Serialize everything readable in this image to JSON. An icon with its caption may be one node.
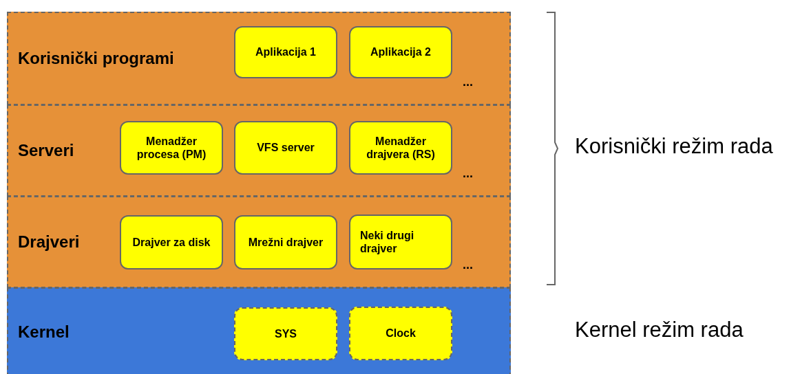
{
  "diagram": {
    "nodes": [
      {
        "text": [
          "Korisnički programi",
          "..."
        ]
      },
      {
        "text": [
          "Aplikacija 1"
        ],
        "in": 0
      },
      {
        "text": [
          "Aplikacija 2"
        ],
        "in": 0
      },
      {
        "text": [
          "Serveri",
          "..."
        ]
      },
      {
        "text": [
          "Menadžer procesa (PM)"
        ],
        "in": 3
      },
      {
        "text": [
          "VFS server"
        ],
        "in": 3
      },
      {
        "text": [
          "Menadžer drajvera (RS)"
        ],
        "in": 3
      },
      {
        "text": [
          "Drajveri",
          "..."
        ]
      },
      {
        "text": [
          "Drajver za disk"
        ],
        "in": 7
      },
      {
        "text": [
          "Mrežni drajver"
        ],
        "in": 7
      },
      {
        "text": [
          "Neki drugi drajver"
        ],
        "in": 7
      },
      {
        "text": [
          "Kernel"
        ]
      },
      {
        "text": [
          "SYS"
        ],
        "in": 11
      },
      {
        "text": [
          "Clock"
        ],
        "in": 11
      }
    ],
    "edges": [],
    "labels": [
      "Korisnički režim rada",
      "Kernel režim rada"
    ]
  }
}
